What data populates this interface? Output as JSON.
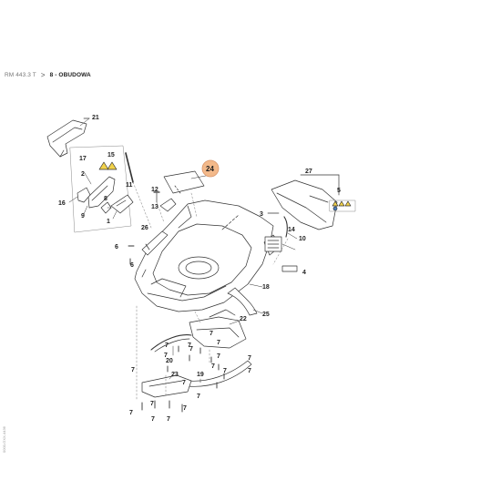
{
  "breadcrumb": {
    "model": "RM 443.3 T",
    "separator": ">",
    "section": "8 - OBUDOWA"
  },
  "labels": {
    "l21": "21",
    "l17": "17",
    "l15": "15",
    "l2": "2",
    "l11": "11",
    "l16": "16",
    "l8": "8",
    "l9": "9",
    "l1": "1",
    "l24": "24",
    "l12": "12",
    "l13": "13",
    "l27": "27",
    "l5": "5",
    "l3": "3",
    "l26": "26",
    "l14": "14",
    "l10": "10",
    "l6a": "6",
    "l6b": "6",
    "l4": "4",
    "l18": "18",
    "l22": "22",
    "l25": "25",
    "l7": "7",
    "l20": "20",
    "l23": "23",
    "l19": "19"
  },
  "highlight": {
    "label": "24",
    "color": "#f3b98a"
  },
  "side_code": "0000-GXX-4436"
}
